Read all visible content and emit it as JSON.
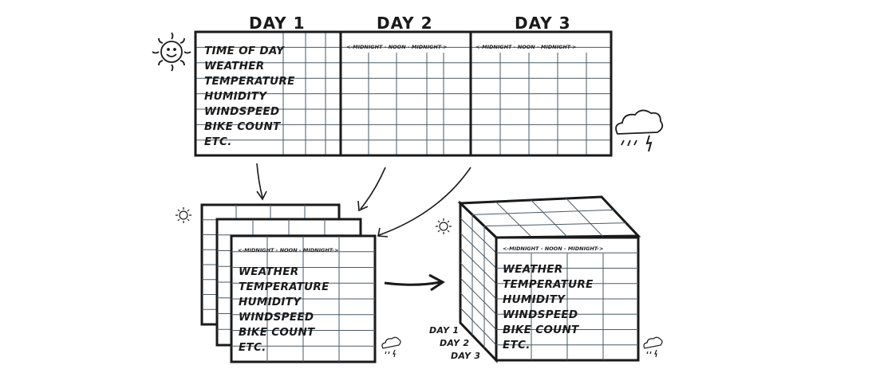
{
  "top_table": {
    "day_headers": [
      "DAY 1",
      "DAY 2",
      "DAY 3"
    ],
    "row_labels": [
      "TIME OF DAY",
      "WEATHER",
      "TEMPERATURE",
      "HUMIDITY",
      "WINDSPEED",
      "BIKE COUNT",
      "ETC."
    ],
    "time_axis": "<-MIDNIGHT - NOON - MIDNIGHT->"
  },
  "stacked_sheets": {
    "time_axis": "<-MIDNIGHT - NOON - MIDNIGHT->",
    "row_labels": [
      "WEATHER",
      "TEMPERATURE",
      "HUMIDITY",
      "WINDSPEED",
      "BIKE COUNT",
      "ETC."
    ]
  },
  "cube": {
    "time_axis": "<-MIDNIGHT - NOON - MIDNIGHT->",
    "row_labels": [
      "WEATHER",
      "TEMPERATURE",
      "HUMIDITY",
      "WINDSPEED",
      "BIKE COUNT",
      "ETC."
    ],
    "day_labels": [
      "DAY 1",
      "DAY 2",
      "DAY 3"
    ]
  },
  "icons": [
    "sun-icon",
    "storm-cloud-icon",
    "arrow-icon"
  ],
  "colors": {
    "ink": "#1a1a1a",
    "grid": "#4a5a66"
  }
}
